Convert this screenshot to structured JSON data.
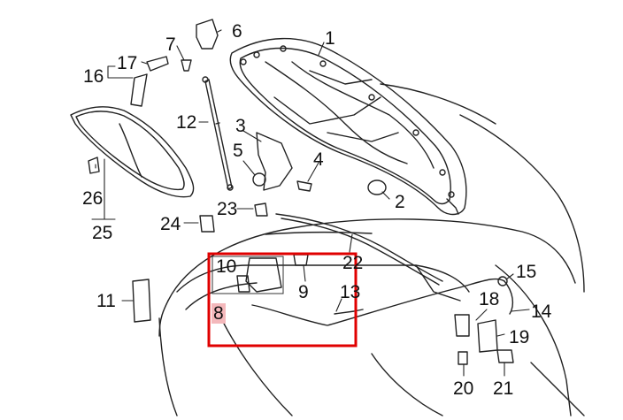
{
  "diagram": {
    "highlight_color": "#e00000",
    "highlight_label_bg": "#f4b8bb",
    "callouts": [
      {
        "id": "1",
        "text": "1",
        "part": "hood-panel"
      },
      {
        "id": "2",
        "text": "2",
        "part": "hood-bumper"
      },
      {
        "id": "3",
        "text": "3",
        "part": "hood-hinge"
      },
      {
        "id": "4",
        "text": "4",
        "part": "hinge-bolt"
      },
      {
        "id": "5",
        "text": "5",
        "part": "hinge-bushing"
      },
      {
        "id": "6",
        "text": "6",
        "part": "hinge-bracket"
      },
      {
        "id": "7",
        "text": "7",
        "part": "screw"
      },
      {
        "id": "8",
        "text": "8",
        "part": "latch-assembly"
      },
      {
        "id": "9",
        "text": "9",
        "part": "latch-bolt"
      },
      {
        "id": "10",
        "text": "10",
        "part": "latch"
      },
      {
        "id": "11",
        "text": "11",
        "part": "release-handle"
      },
      {
        "id": "12",
        "text": "12",
        "part": "gas-strut"
      },
      {
        "id": "13",
        "text": "13",
        "part": "release-cable"
      },
      {
        "id": "14",
        "text": "14",
        "part": "cable-end"
      },
      {
        "id": "15",
        "text": "15",
        "part": "cable-clip"
      },
      {
        "id": "16",
        "text": "16",
        "part": "seal-kit"
      },
      {
        "id": "17",
        "text": "17",
        "part": "seal-clip"
      },
      {
        "id": "18",
        "text": "18",
        "part": "bracket"
      },
      {
        "id": "19",
        "text": "19",
        "part": "release-lever"
      },
      {
        "id": "20",
        "text": "20",
        "part": "bolt"
      },
      {
        "id": "21",
        "text": "21",
        "part": "clip"
      },
      {
        "id": "22",
        "text": "22",
        "part": "weatherstrip"
      },
      {
        "id": "23",
        "text": "23",
        "part": "retainer"
      },
      {
        "id": "24",
        "text": "24",
        "part": "grommet"
      },
      {
        "id": "25",
        "text": "25",
        "part": "insulator-kit"
      },
      {
        "id": "26",
        "text": "26",
        "part": "insulator-clip"
      }
    ]
  }
}
